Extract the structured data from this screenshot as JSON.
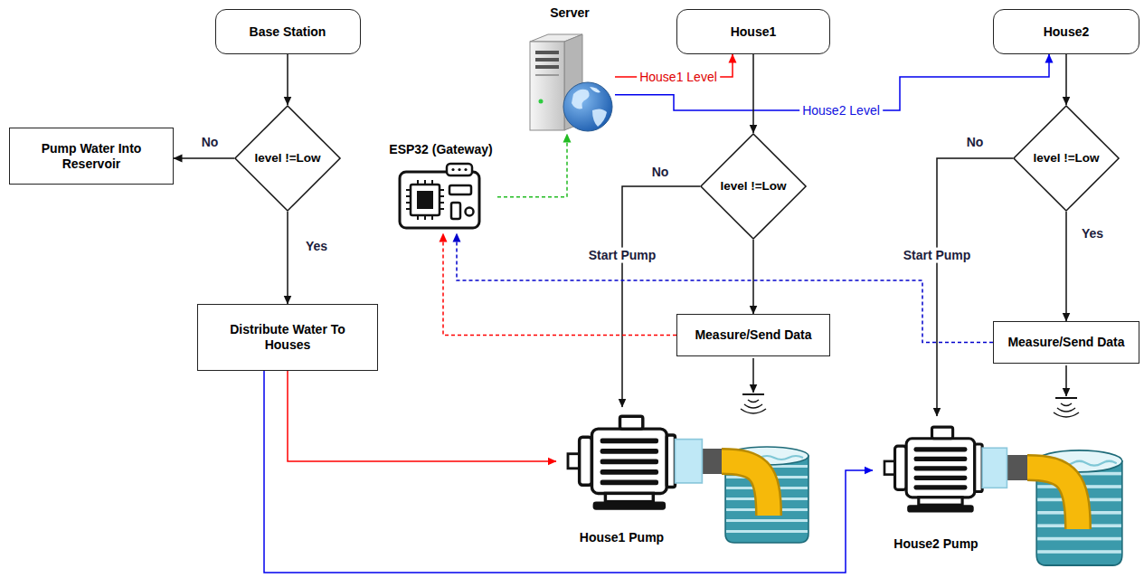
{
  "diagram": {
    "nodes": [
      {
        "text": [
          "Base Station"
        ]
      },
      {
        "text": [
          "Server"
        ]
      },
      {
        "text": [
          "House1"
        ]
      },
      {
        "text": [
          "House2"
        ]
      },
      {
        "text": [
          "level !=Low"
        ]
      },
      {
        "text": [
          "Pump Water Into Reservoir"
        ]
      },
      {
        "text": [
          "ESP32 (Gateway)"
        ]
      },
      {
        "text": [
          "level !=Low"
        ]
      },
      {
        "text": [
          "level !=Low"
        ]
      },
      {
        "text": [
          "Distribute Water To Houses"
        ]
      },
      {
        "text": [
          "Measure/Send Data"
        ]
      },
      {
        "text": [
          "Measure/Send Data"
        ]
      },
      {
        "text": [
          "House1 Pump"
        ]
      },
      {
        "text": [
          "House2 Pump"
        ]
      }
    ],
    "edges": [
      {
        "from": 0,
        "to": 4,
        "arrow": "to"
      },
      {
        "from": 4,
        "to": 5,
        "label": "No",
        "arrow": "to"
      },
      {
        "from": 4,
        "to": 9,
        "label": "Yes",
        "arrow": "to"
      },
      {
        "from": 9,
        "to": 12,
        "arrow": "to"
      },
      {
        "from": 9,
        "to": 13,
        "arrow": "to"
      },
      {
        "from": 1,
        "to": 2,
        "label": "House1 Level",
        "arrow": "to"
      },
      {
        "from": 1,
        "to": 3,
        "label": "House2 Level",
        "arrow": "to"
      },
      {
        "from": 6,
        "to": 1,
        "arrow": "to"
      },
      {
        "from": 2,
        "to": 7,
        "arrow": "to"
      },
      {
        "from": 7,
        "to": 12,
        "label": "No",
        "arrow": "to"
      },
      {
        "from": 7,
        "to": 10,
        "arrow": "to"
      },
      {
        "from": 10,
        "to": 6,
        "arrow": "to"
      },
      {
        "from": 3,
        "to": 8,
        "arrow": "to"
      },
      {
        "from": 8,
        "to": 13,
        "label": "No",
        "arrow": "to"
      },
      {
        "from": 8,
        "to": 11,
        "label": "Yes",
        "arrow": "to"
      },
      {
        "from": 11,
        "to": 6,
        "arrow": "to"
      }
    ],
    "labels": [
      "Start Pump",
      "Start Pump"
    ]
  }
}
